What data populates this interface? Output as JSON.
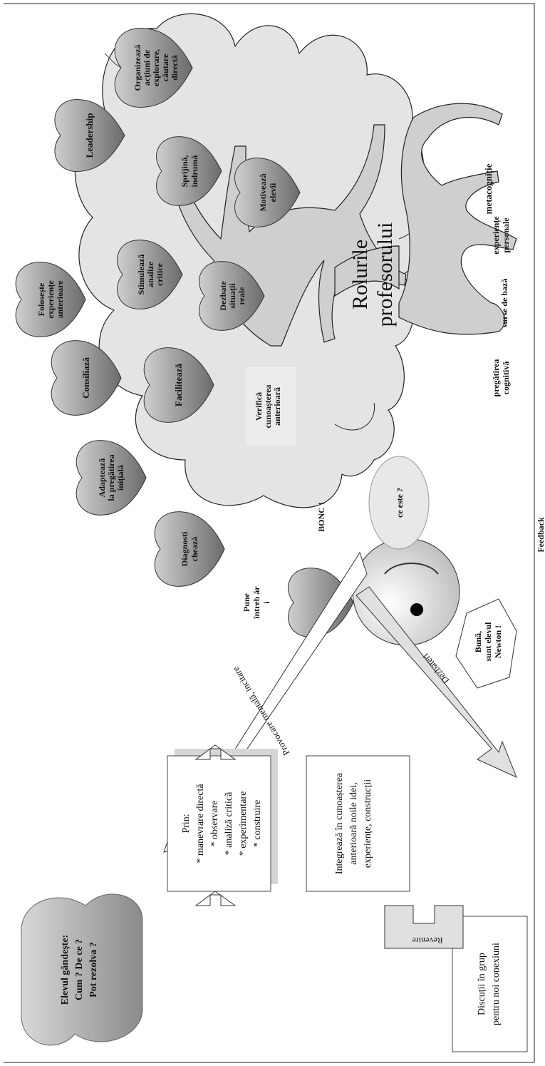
{
  "title": {
    "line1": "Rolurile",
    "line2": "profesorului"
  },
  "roles": [
    {
      "lines": [
        "Organizează",
        "acțiuni de",
        "explorare,",
        "căutare",
        "directă"
      ]
    },
    {
      "lines": [
        "Leadership"
      ]
    },
    {
      "lines": [
        "Sprijină,",
        "îndrumă"
      ]
    },
    {
      "lines": [
        "Motivează",
        "elevii"
      ]
    },
    {
      "lines": [
        "Folosește",
        "experiențe",
        "anterioare"
      ]
    },
    {
      "lines": [
        "Stimulează",
        "analize",
        "critice"
      ]
    },
    {
      "lines": [
        "Dezbate",
        "situații",
        "reale"
      ]
    },
    {
      "lines": [
        "Consiliază"
      ]
    },
    {
      "lines": [
        "Facilitează"
      ]
    },
    {
      "lines": [
        "Verifică",
        "cunoașterea",
        "anterioară"
      ]
    },
    {
      "lines": [
        "Adaptează",
        "la pregătirea",
        "inițială"
      ]
    },
    {
      "lines": [
        "Diagnosti",
        "chează"
      ]
    }
  ],
  "roots": [
    {
      "lines": [
        "metacogniție"
      ]
    },
    {
      "lines": [
        "experiențe",
        "personale"
      ]
    },
    {
      "lines": [
        "surse de bază"
      ]
    },
    {
      "lines": [
        "pregătirea",
        "cognitivă"
      ]
    }
  ],
  "student": {
    "question": [
      "Pune",
      "întreb ăr",
      "i"
    ],
    "bonc": "BONC !",
    "thought": "ce este ?",
    "speech": [
      "Bună,",
      "sunt elevul",
      "Newton !"
    ]
  },
  "arrows": {
    "provocare": "Provocare mentală, incitare",
    "dezbateri": "Dezbateri",
    "revenire": "Revenire",
    "feedback": "Feedback"
  },
  "boxes": {
    "thinks": [
      "Elevul gândește:",
      "Cum ? De ce ?",
      "Pot rezolva ?"
    ],
    "prin": [
      "Prin:",
      "* manevrare directă",
      "* observare",
      "* analiză critică",
      "* experimentare",
      "* construire"
    ],
    "integreaza": [
      "Integrează în cunoașterea",
      "anterioară noile idei,",
      "experiențe, construcții"
    ],
    "discutii": [
      "Discuții în grup",
      "pentru noi conexiuni"
    ]
  }
}
